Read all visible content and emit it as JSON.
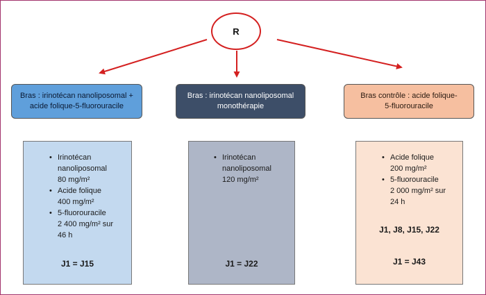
{
  "randomization": {
    "label": "R"
  },
  "arms": [
    {
      "title_lines": [
        "Bras : irinotécan nanoliposomal +",
        "acide folique-5-fluorouracile"
      ],
      "items": [
        {
          "lines": [
            "Irinotécan",
            "nanoliposomal",
            "80 mg/m²"
          ]
        },
        {
          "lines": [
            "Acide folique",
            "400 mg/m²"
          ]
        },
        {
          "lines": [
            "5-fluorouracile",
            "2 400 mg/m² sur",
            "46 h"
          ]
        }
      ],
      "schedule": [],
      "cycle": "J1 = J15"
    },
    {
      "title_lines": [
        "Bras : irinotécan nanoliposomal",
        "monothérapie"
      ],
      "items": [
        {
          "lines": [
            "Irinotécan",
            "nanoliposomal",
            "120 mg/m²"
          ]
        }
      ],
      "schedule": [],
      "cycle": "J1 = J22"
    },
    {
      "title_lines": [
        "Bras contrôle : acide folique-",
        "5-fluorouracile"
      ],
      "items": [
        {
          "lines": [
            "Acide folique",
            "200 mg/m²"
          ]
        },
        {
          "lines": [
            "5-fluorouracile",
            "2 000 mg/m² sur",
            "24 h"
          ]
        }
      ],
      "schedule": [
        "J1, J8, J15, J22"
      ],
      "cycle": "J1 = J43"
    }
  ],
  "bullet_symbol": "•",
  "colors": {
    "frame": "#a2336b",
    "arrow": "#d42020",
    "arm1": "#5f9fdb",
    "arm2": "#3d4e68",
    "arm3": "#f6bfa0",
    "detail1": "#c3d9ef",
    "detail2": "#aeb6c7",
    "detail3": "#fbe3d3"
  }
}
